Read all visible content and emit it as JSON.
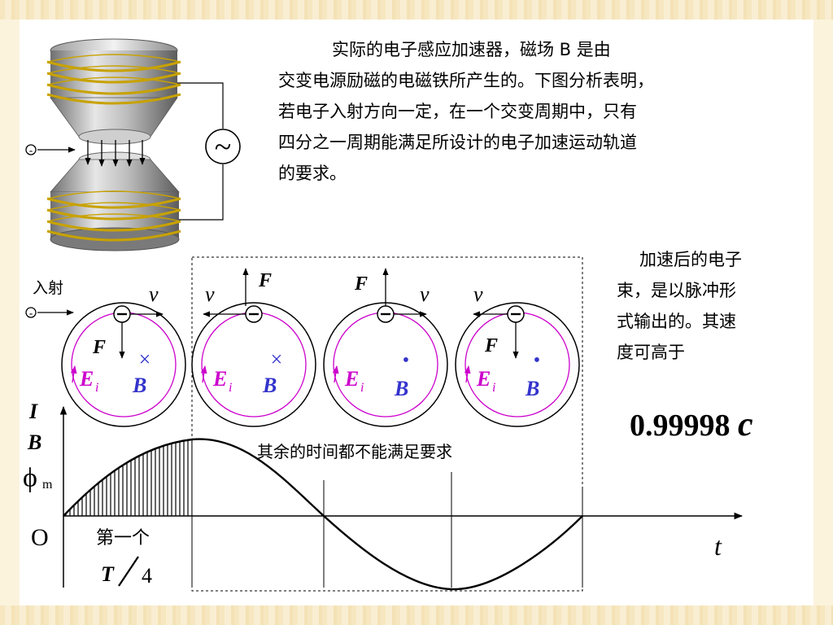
{
  "intro": {
    "line1": "实际的电子感应加速器，磁场 B 是由",
    "line2": "交变电源励磁的电磁铁所产生的。下图分析表明，",
    "line3": "若电子入射方向一定，在一个交变周期中，只有",
    "line4": "四分之一周期能满足所设计的电子加速运动轨道",
    "line5": "的要求。"
  },
  "side_text": {
    "line1": "加速后的电子",
    "line2": "束，是以脉冲形",
    "line3": "式输出的。其速",
    "line4": "度可高于"
  },
  "speed": {
    "value": "0.99998",
    "unit": "c"
  },
  "labels": {
    "incident": "入射",
    "electron": "-",
    "velocity": "v",
    "force": "F",
    "field": "B",
    "emf_main": "E",
    "emf_sub": "i",
    "into_page": "×",
    "out_of_page": "•",
    "ac_source": "~"
  },
  "graph": {
    "y_axis_labels": [
      "I",
      "B"
    ],
    "phi_symbol": "ϕ",
    "phi_sub": "m",
    "origin": "O",
    "x_axis": "t",
    "first_quarter_line1": "第一个",
    "period_T": "T",
    "period_four": "4",
    "rest_note": "其余的时间都不能满足要求"
  },
  "colors": {
    "circle_magenta": "#cc00cc",
    "field_blue": "#3333cc",
    "coil_gold": "#c8a200"
  }
}
